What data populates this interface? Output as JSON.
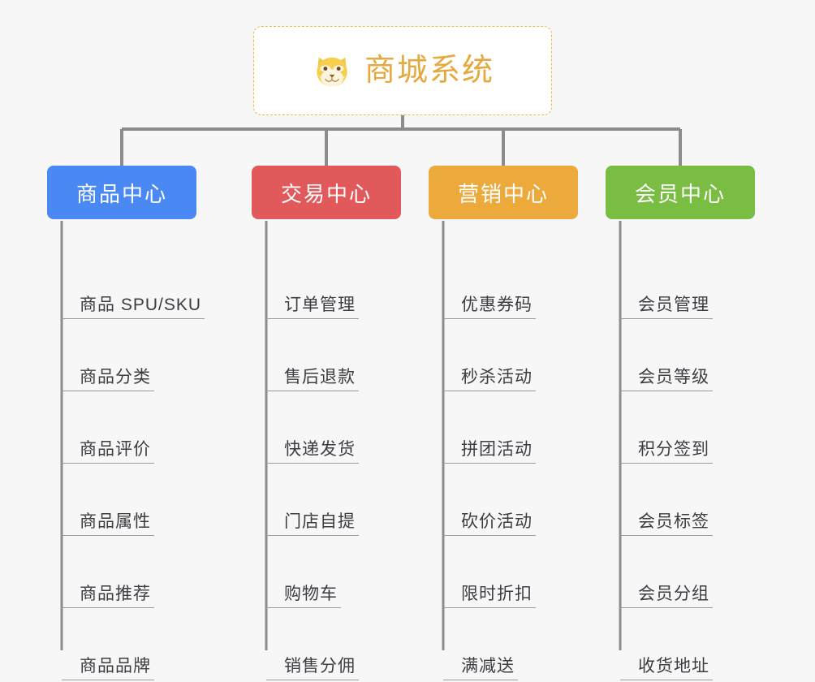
{
  "root": {
    "title": "商城系统",
    "icon": "shiba-dog-face-icon",
    "title_color": "#e5a93d",
    "border_color": "#f0b63e",
    "background": "#ffffff"
  },
  "canvas": {
    "background": "#f7f7f7",
    "connector_color": "#8c8c8c"
  },
  "branches": [
    {
      "label": "商品中心",
      "color": "#4a89f3",
      "items": [
        "商品 SPU/SKU",
        "商品分类",
        "商品评价",
        "商品属性",
        "商品推荐",
        "商品品牌"
      ]
    },
    {
      "label": "交易中心",
      "color": "#e2595c",
      "items": [
        "订单管理",
        "售后退款",
        "快递发货",
        "门店自提",
        "购物车",
        "销售分佣"
      ]
    },
    {
      "label": "营销中心",
      "color": "#eca93c",
      "items": [
        "优惠券码",
        "秒杀活动",
        "拼团活动",
        "砍价活动",
        "限时折扣",
        "满减送"
      ]
    },
    {
      "label": "会员中心",
      "color": "#79be42",
      "items": [
        "会员管理",
        "会员等级",
        "积分签到",
        "会员标签",
        "会员分组",
        "收货地址"
      ]
    }
  ]
}
